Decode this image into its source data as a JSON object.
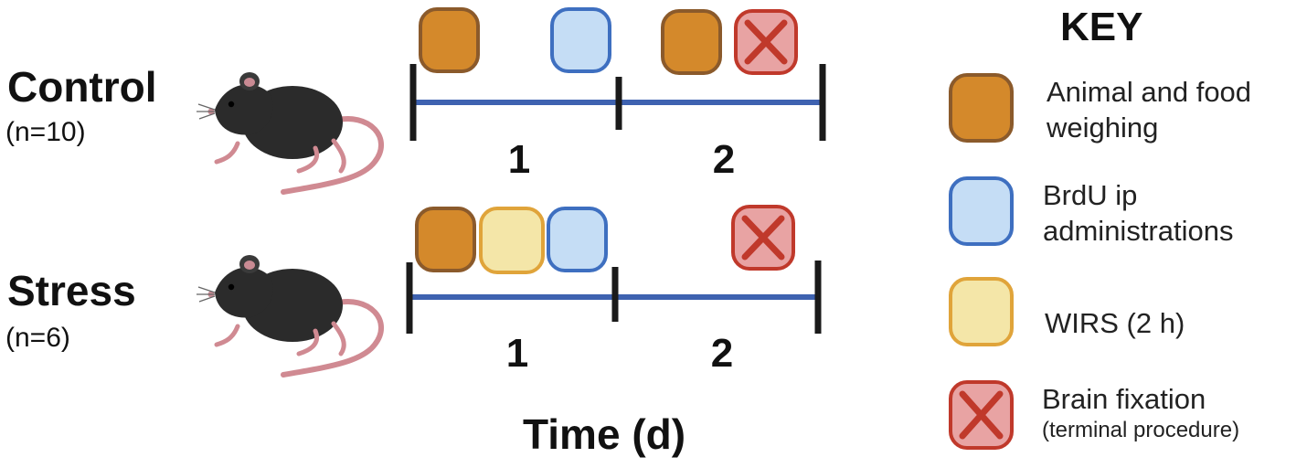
{
  "groups": [
    {
      "name": "Control",
      "n": "(n=10)"
    },
    {
      "name": "Stress",
      "n": "(n=6)"
    }
  ],
  "timeline": {
    "axis_title": "Time (d)",
    "day_labels": [
      "1",
      "2"
    ]
  },
  "key": {
    "title": "KEY",
    "items": [
      {
        "label_line1": "Animal and food",
        "label_line2": "weighing",
        "color": "#D4892B",
        "border": "#8B5A2B"
      },
      {
        "label_line1": "BrdU ip",
        "label_line2": "administrations",
        "color": "#C5DDF5",
        "border": "#3E6FC0"
      },
      {
        "label_line1": "WIRS (2 h)",
        "label_line2": "",
        "color": "#F4E6A8",
        "border": "#E0A43A"
      },
      {
        "label_line1": "Brain fixation",
        "label_line2": "(terminal procedure)",
        "color": "#E8A3A3",
        "border": "#C0392B",
        "cross": "#C0392B"
      }
    ]
  },
  "colors": {
    "timeline_line": "#3E62B0",
    "tick": "#1a1a1a"
  },
  "icons": [
    "mouse-icon",
    "weighing-marker-icon",
    "brdu-marker-icon",
    "wirs-marker-icon",
    "brain-fixation-cross-icon"
  ]
}
